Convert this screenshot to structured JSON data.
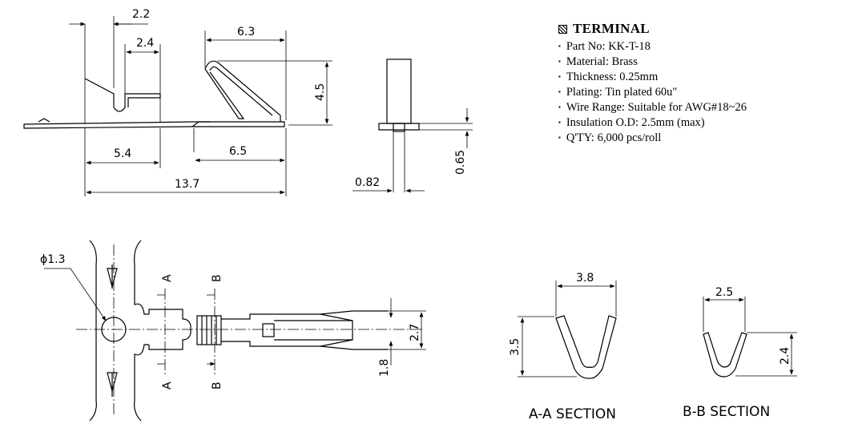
{
  "spec": {
    "title": "TERMINAL",
    "items": [
      "Part No: KK-T-18",
      "Material: Brass",
      "Thickness: 0.25mm",
      "Plating: Tin plated 60u\"",
      "Wire Range: Suitable for AWG#18~26",
      "Insulation O.D: 2.5mm (max)",
      "Q'TY: 6,000 pcs/roll"
    ]
  },
  "side_view": {
    "dim_2_2": "2.2",
    "dim_2_4": "2.4",
    "dim_6_3": "6.3",
    "dim_4_5": "4.5",
    "dim_5_4": "5.4",
    "dim_6_5": "6.5",
    "dim_13_7": "13.7"
  },
  "end_view": {
    "dim_0_82": "0.82",
    "dim_0_65": "0.65"
  },
  "plan_view": {
    "dim_hole": "ϕ1.3",
    "dim_2_7": "2.7",
    "dim_1_8": "1.8",
    "label_a": "A",
    "label_b": "B"
  },
  "sections": {
    "aa": {
      "caption": "A-A SECTION",
      "width": "3.8",
      "height": "3.5"
    },
    "bb": {
      "caption": "B-B SECTION",
      "width": "2.5",
      "height": "2.4"
    }
  }
}
